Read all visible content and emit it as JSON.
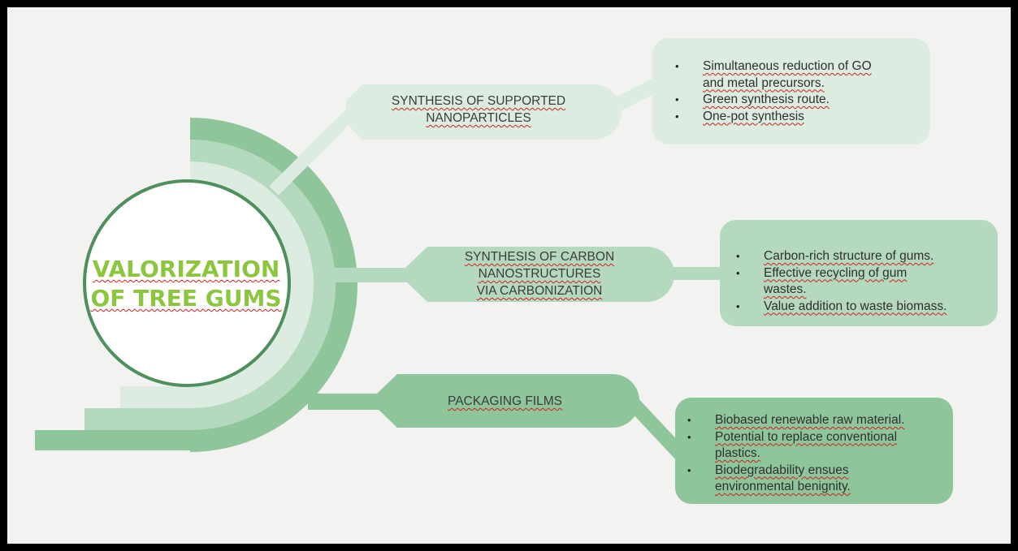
{
  "title": {
    "line1": "VALORIZATION",
    "line2": "OF TREE GUMS"
  },
  "branches": [
    {
      "label_lines": [
        "SYNTHESIS OF SUPPORTED",
        "NANOPARTICLES"
      ],
      "bullets": [
        [
          "Simultaneous reduction of GO",
          "and metal precursors."
        ],
        [
          "Green synthesis route."
        ],
        [
          "One-pot synthesis"
        ]
      ]
    },
    {
      "label_lines": [
        "SYNTHESIS OF CARBON",
        "NANOSTRUCTURES",
        "VIA CARBONIZATION"
      ],
      "bullets": [
        [
          "Carbon-rich structure of gums."
        ],
        [
          "Effective recycling of gum",
          "wastes."
        ],
        [
          "Value addition to waste biomass."
        ]
      ]
    },
    {
      "label_lines": [
        "PACKAGING FILMS"
      ],
      "bullets": [
        [
          "Biobased renewable raw material."
        ],
        [
          "Potential to replace conventional",
          "plastics."
        ],
        [
          "Biodegradability ensues",
          "environmental benignity."
        ]
      ]
    }
  ],
  "colors": {
    "light": "#dcece1",
    "medium": "#b5d9bf",
    "dark": "#8fc59b",
    "circle_border": "#4f8f5e",
    "title": "#8cc63f",
    "background": "#f2f2f0"
  }
}
